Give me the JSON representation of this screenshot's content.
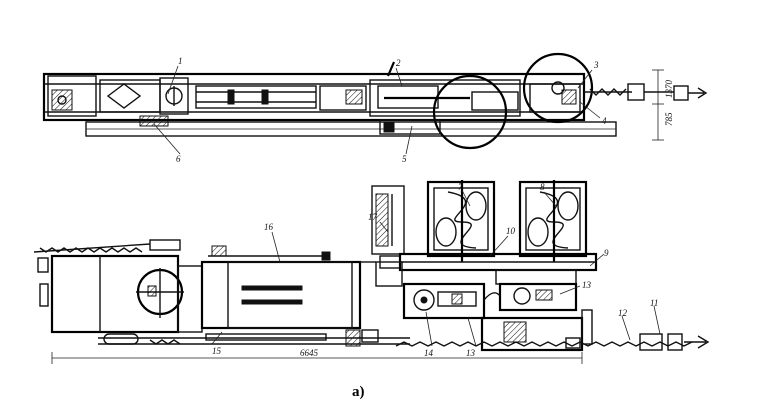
{
  "figure": {
    "caption": "а)",
    "labels": [
      {
        "id": "1",
        "text": "1"
      },
      {
        "id": "2",
        "text": "2"
      },
      {
        "id": "3",
        "text": "3"
      },
      {
        "id": "4",
        "text": "4"
      },
      {
        "id": "5",
        "text": "5"
      },
      {
        "id": "6",
        "text": "6"
      },
      {
        "id": "7",
        "text": "7"
      },
      {
        "id": "8",
        "text": "8"
      },
      {
        "id": "9",
        "text": "9"
      },
      {
        "id": "10",
        "text": "10"
      },
      {
        "id": "11",
        "text": "11"
      },
      {
        "id": "12",
        "text": "12"
      },
      {
        "id": "13a",
        "text": "13"
      },
      {
        "id": "13b",
        "text": "13"
      },
      {
        "id": "14",
        "text": "14"
      },
      {
        "id": "15",
        "text": "15"
      },
      {
        "id": "16",
        "text": "16"
      },
      {
        "id": "17",
        "text": "17"
      }
    ],
    "dimensions": {
      "length_plan": "6645",
      "height_a": "785",
      "height_b": "1370"
    }
  }
}
